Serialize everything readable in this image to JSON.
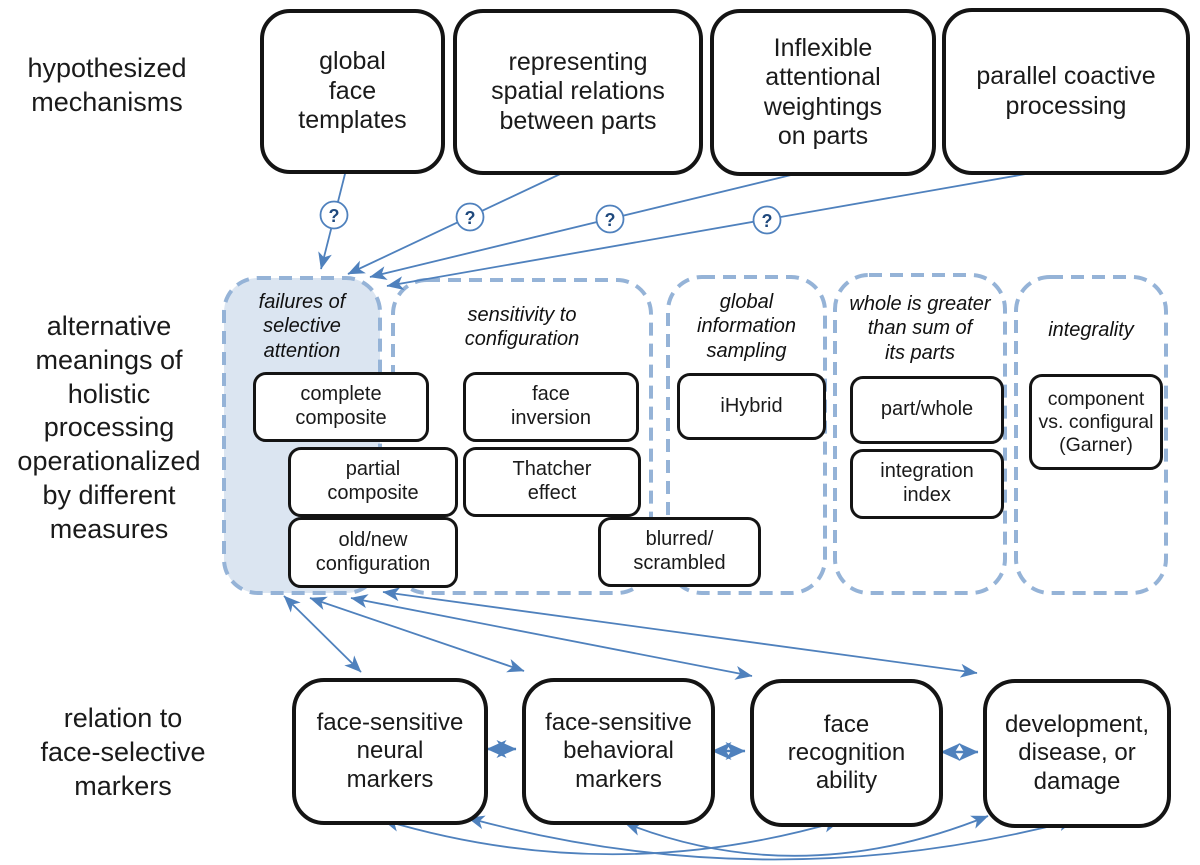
{
  "side_labels": {
    "mechanisms": "hypothesized\nmechanisms",
    "meanings": "alternative\nmeanings of\nholistic\nprocessing\noperationalized\nby different\nmeasures",
    "markers": "relation to\nface-selective\nmarkers"
  },
  "mechanisms": [
    {
      "label": "global\nface\ntemplates"
    },
    {
      "label": "representing\nspatial relations\nbetween parts"
    },
    {
      "label": "Inflexible\nattentional\nweightings\non parts"
    },
    {
      "label": "parallel coactive\nprocessing"
    }
  ],
  "measure_groups": [
    {
      "header": "failures of\nselective\nattention",
      "items": [
        "complete\ncomposite",
        "partial\ncomposite",
        "old/new\nconfiguration"
      ]
    },
    {
      "header": "sensitivity to\nconfiguration",
      "items": [
        "face\ninversion",
        "Thatcher\neffect",
        "blurred/\nscrambled"
      ]
    },
    {
      "header": "global\ninformation\nsampling",
      "items": [
        "iHybrid"
      ]
    },
    {
      "header": "whole is greater\nthan sum of\nits parts",
      "items": [
        "part/whole",
        "integration\nindex"
      ]
    },
    {
      "header": "integrality",
      "items": [
        "component\nvs. configural\n(Garner)"
      ]
    }
  ],
  "marker_boxes": [
    {
      "label": "face-sensitive\nneural\nmarkers"
    },
    {
      "label": "face-sensitive\nbehavioral\nmarkers"
    },
    {
      "label": "face\nrecognition\nability"
    },
    {
      "label": "development,\ndisease, or\ndamage"
    }
  ],
  "glyphs": {
    "question_mark": "?"
  },
  "colors": {
    "arrow": "#4f81bd",
    "dash_border": "#95b3d7",
    "group_fill": "#dbe5f1",
    "question": "#1f497d",
    "box_border": "#141414"
  }
}
